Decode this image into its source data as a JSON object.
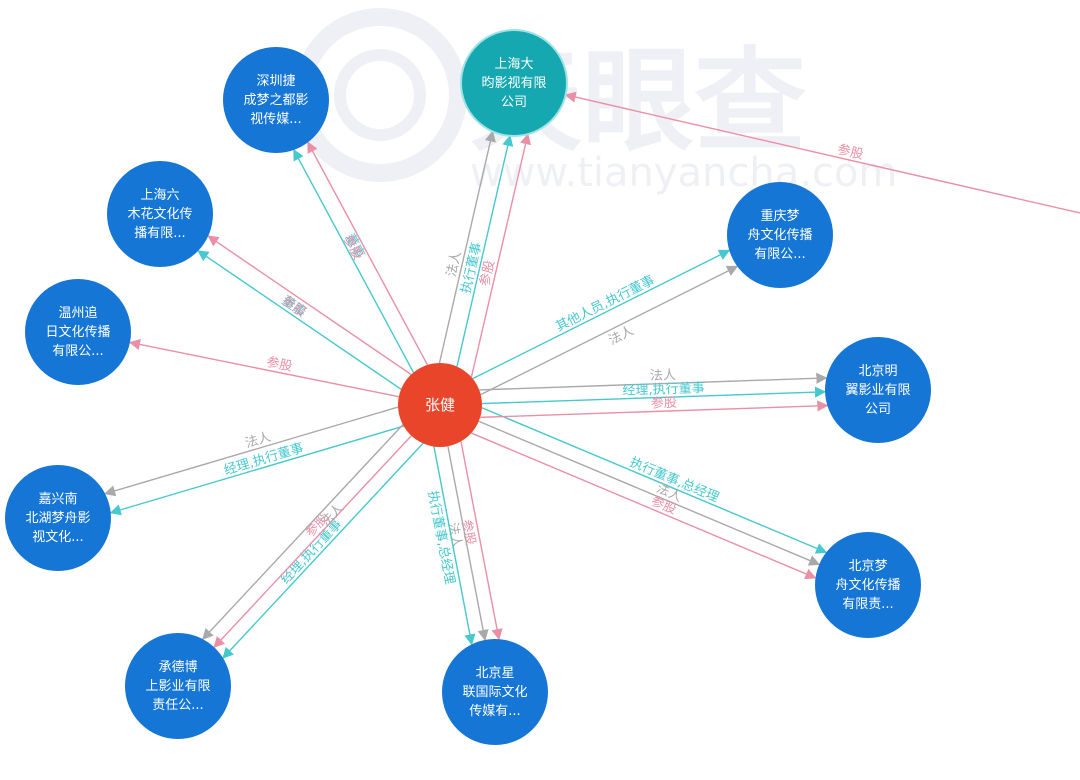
{
  "watermark": {
    "name": "天眼查",
    "url": "www.tianyancha.com"
  },
  "colors": {
    "legal": "#a9a9a9",
    "director": "#45c8cf",
    "share": "#e98fa6",
    "company_node": "#1576d6",
    "highlight_node": "#15a8b0",
    "center_node": "#e8452b"
  },
  "center": {
    "label": "张健"
  },
  "nodes": [
    {
      "id": "shanghai-dayun",
      "lines": [
        "上海大",
        "昀影视有限",
        "公司"
      ],
      "highlight": true
    },
    {
      "id": "shenzhen-jie",
      "lines": [
        "深圳捷",
        "成梦之都影",
        "视传媒..."
      ]
    },
    {
      "id": "shanghai-liumuhua",
      "lines": [
        "上海六",
        "木花文化传",
        "播有限..."
      ]
    },
    {
      "id": "wenzhou-zhuiri",
      "lines": [
        "温州追",
        "日文化传播",
        "有限公..."
      ]
    },
    {
      "id": "jiaxing-nanhu",
      "lines": [
        "嘉兴南",
        "北湖梦舟影",
        "视文化..."
      ]
    },
    {
      "id": "chengde-boshang",
      "lines": [
        "承德博",
        "上影业有限",
        "责任公..."
      ]
    },
    {
      "id": "beijing-xinglian",
      "lines": [
        "北京星",
        "联国际文化",
        "传媒有..."
      ]
    },
    {
      "id": "beijing-mengzhou",
      "lines": [
        "北京梦",
        "舟文化传播",
        "有限责..."
      ]
    },
    {
      "id": "beijing-mingyi",
      "lines": [
        "北京明",
        "翼影业有限",
        "公司"
      ]
    },
    {
      "id": "chongqing-mengzhou",
      "lines": [
        "重庆梦",
        "舟文化传播",
        "有限公..."
      ]
    }
  ],
  "edges": [
    {
      "target": "shanghai-dayun",
      "relation": "法人",
      "type": "legal"
    },
    {
      "target": "shanghai-dayun",
      "relation": "执行董事",
      "type": "director"
    },
    {
      "target": "shanghai-dayun",
      "relation": "参股",
      "type": "share"
    },
    {
      "target": "shenzhen-jie",
      "relation": "董事",
      "type": "director"
    },
    {
      "target": "shenzhen-jie",
      "relation": "参股",
      "type": "share"
    },
    {
      "target": "shanghai-liumuhua",
      "relation": "董事",
      "type": "director"
    },
    {
      "target": "shanghai-liumuhua",
      "relation": "参股",
      "type": "share"
    },
    {
      "target": "wenzhou-zhuiri",
      "relation": "参股",
      "type": "share"
    },
    {
      "target": "jiaxing-nanhu",
      "relation": "经理,执行董事",
      "type": "director"
    },
    {
      "target": "jiaxing-nanhu",
      "relation": "法人",
      "type": "legal"
    },
    {
      "target": "chengde-boshang",
      "relation": "经理,执行董事",
      "type": "director"
    },
    {
      "target": "chengde-boshang",
      "relation": "参股",
      "type": "share"
    },
    {
      "target": "chengde-boshang",
      "relation": "法人",
      "type": "legal"
    },
    {
      "target": "beijing-xinglian",
      "relation": "参股",
      "type": "share"
    },
    {
      "target": "beijing-xinglian",
      "relation": "法人",
      "type": "legal"
    },
    {
      "target": "beijing-xinglian",
      "relation": "执行董事,总经理",
      "type": "director"
    },
    {
      "target": "beijing-mengzhou",
      "relation": "执行董事,总经理",
      "type": "director"
    },
    {
      "target": "beijing-mengzhou",
      "relation": "法人",
      "type": "legal"
    },
    {
      "target": "beijing-mengzhou",
      "relation": "参股",
      "type": "share"
    },
    {
      "target": "beijing-mingyi",
      "relation": "法人",
      "type": "legal"
    },
    {
      "target": "beijing-mingyi",
      "relation": "经理,执行董事",
      "type": "director"
    },
    {
      "target": "beijing-mingyi",
      "relation": "参股",
      "type": "share"
    },
    {
      "target": "chongqing-mengzhou",
      "relation": "其他人员,执行董事",
      "type": "director"
    },
    {
      "target": "chongqing-mengzhou",
      "relation": "法人",
      "type": "legal"
    }
  ],
  "incoming_edge": {
    "relation": "参股",
    "type": "share",
    "target": "shanghai-dayun"
  }
}
